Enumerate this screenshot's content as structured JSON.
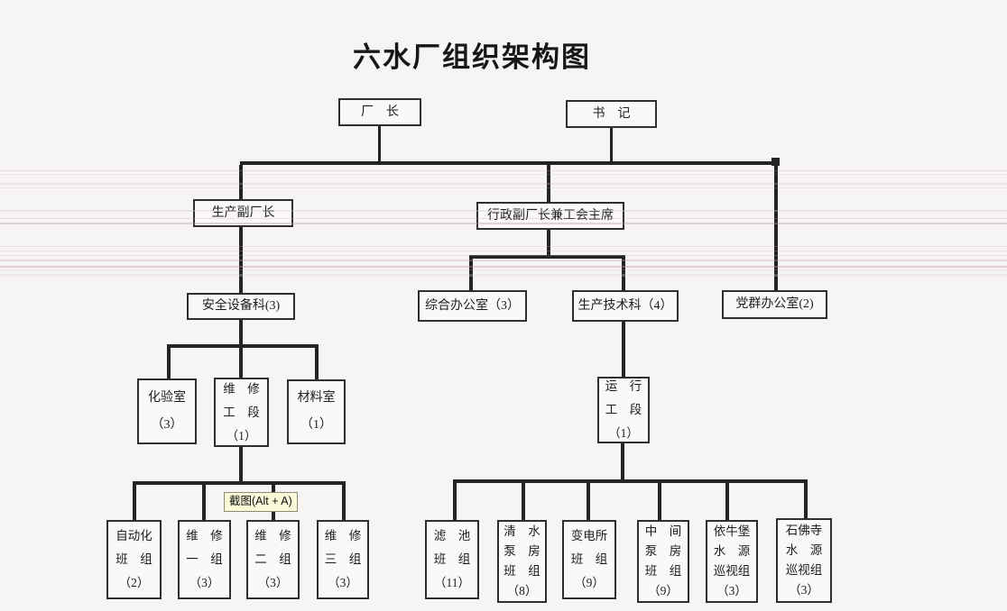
{
  "title": "六水厂组织架构图",
  "tooltip": {
    "label": "截图(Alt + A)"
  },
  "colors": {
    "paper": "#f7f5f3",
    "connector": "#242424",
    "box_border": "#2f2f2f",
    "scan_line_pink": "#c8a0b4",
    "tooltip_bg": "#fafad9",
    "tooltip_border": "#8c8c78"
  },
  "nodes": {
    "changzhang": {
      "lines": [
        "厂　长"
      ]
    },
    "shuji": {
      "lines": [
        "书　记"
      ]
    },
    "shengchanfu": {
      "lines": [
        "生产副厂长"
      ]
    },
    "xingzhengfu": {
      "lines": [
        "行政副厂长兼工会主席"
      ]
    },
    "anquan": {
      "lines": [
        "安全设备科(3)"
      ]
    },
    "zonghe": {
      "lines": [
        "综合办公室（3）"
      ]
    },
    "shengjishu": {
      "lines": [
        "生产技术科（4）"
      ]
    },
    "dangqun": {
      "lines": [
        "党群办公室(2)"
      ]
    },
    "huayan": {
      "lines": [
        "化验室",
        "（3）"
      ]
    },
    "weixiugd": {
      "lines": [
        "维　修",
        "工　段",
        "（1）"
      ]
    },
    "cailiao": {
      "lines": [
        "材料室",
        "（1）"
      ]
    },
    "yunxinggd": {
      "lines": [
        "运　行",
        "工　段",
        "（1）"
      ]
    },
    "zidonghua": {
      "lines": [
        "自动化",
        "班　组",
        "（2）"
      ]
    },
    "weixiu1": {
      "lines": [
        "维　修",
        "一　组",
        "（3）"
      ]
    },
    "weixiu2": {
      "lines": [
        "维　修",
        "二　组",
        "（3）"
      ]
    },
    "weixiu3": {
      "lines": [
        "维　修",
        "三　组",
        "（3）"
      ]
    },
    "lvchi": {
      "lines": [
        "滤　池",
        "班　组",
        "（11）"
      ]
    },
    "qingshui": {
      "lines": [
        "清　水",
        "泵　房",
        "班　组",
        "（8）"
      ]
    },
    "biandian": {
      "lines": [
        "变电所",
        "班　组",
        "（9）"
      ]
    },
    "zhongjian": {
      "lines": [
        "中　间",
        "泵　房",
        "班　组",
        "（9）"
      ]
    },
    "yiniupu": {
      "lines": [
        "依牛堡",
        "水　源",
        "巡视组",
        "（3）"
      ]
    },
    "shifosi": {
      "lines": [
        "石佛寺",
        "水　源",
        "巡视组",
        "（3）"
      ]
    }
  },
  "structure": {
    "top": [
      "厂长",
      "书记"
    ],
    "edges": [
      {
        "parent": "厂长+书记",
        "children": [
          "生产副厂长",
          "行政副厂长兼工会主席",
          "党群办公室(2)"
        ]
      },
      {
        "parent": "生产副厂长",
        "children": [
          "安全设备科(3)"
        ]
      },
      {
        "parent": "行政副厂长兼工会主席",
        "children": [
          "综合办公室（3）",
          "生产技术科（4）"
        ]
      },
      {
        "parent": "安全设备科(3)",
        "children": [
          "化验室（3）",
          "维修工段（1）",
          "材料室（1）"
        ]
      },
      {
        "parent": "生产技术科（4）",
        "children": [
          "运行工段（1）"
        ]
      },
      {
        "parent": "维修工段（1）",
        "children": [
          "自动化班组（2）",
          "维修一组（3）",
          "维修二组（3）",
          "维修三组（3）"
        ]
      },
      {
        "parent": "运行工段（1）",
        "children": [
          "滤池班组（11）",
          "清水泵房班组（8）",
          "变电所班组（9）",
          "中间泵房班组（9）",
          "依牛堡水源巡视组（3）",
          "石佛寺水源巡视组（3）"
        ]
      }
    ]
  }
}
